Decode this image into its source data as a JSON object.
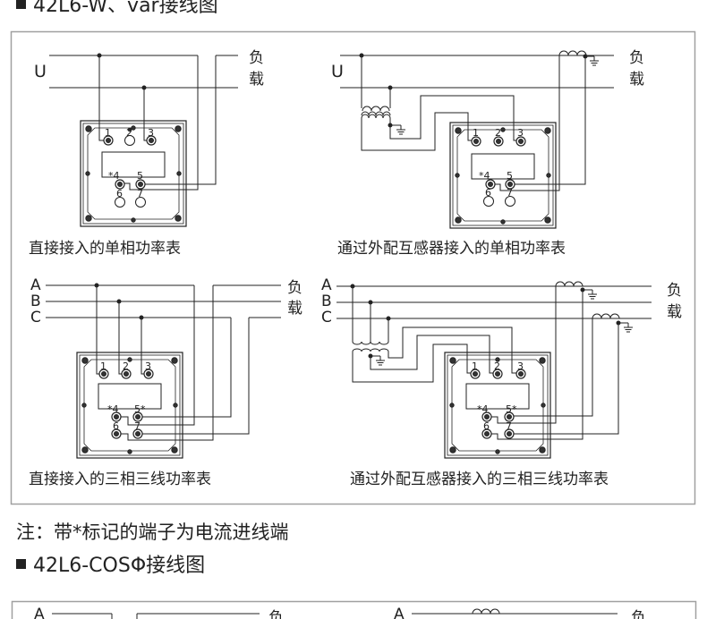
{
  "section1": {
    "title": "42L6-W、var接线图",
    "diagrams": [
      {
        "caption": "直接接入的单相功率表",
        "lines": [
          "U"
        ],
        "load_label": [
          "负",
          "载"
        ],
        "terminals": [
          "1",
          "2",
          "3",
          "*4",
          "5",
          "6",
          "7"
        ]
      },
      {
        "caption": "通过外配互感器接入的单相功率表",
        "lines": [
          "U"
        ],
        "load_label": [
          "负",
          "载"
        ],
        "terminals": [
          "1",
          "2",
          "3",
          "*4",
          "5",
          "6",
          "7"
        ]
      },
      {
        "caption": "直接接入的三相三线功率表",
        "lines": [
          "A",
          "B",
          "C"
        ],
        "load_label": [
          "负",
          "载"
        ],
        "terminals": [
          "1",
          "2",
          "3",
          "*4",
          "5*",
          "6",
          "7"
        ]
      },
      {
        "caption": "通过外配互感器接入的三相三线功率表",
        "lines": [
          "A",
          "B",
          "C"
        ],
        "load_label": [
          "负",
          "载"
        ],
        "terminals": [
          "1",
          "2",
          "3",
          "*4",
          "5*",
          "6",
          "7"
        ]
      }
    ]
  },
  "note": "注：带*标记的端子为电流进线端",
  "section2": {
    "title": "42L6-COSΦ接线图",
    "partial_labels": [
      "A",
      "负",
      "A",
      "负"
    ]
  },
  "colors": {
    "line": "#222222",
    "frame": "#a0a0a0"
  }
}
